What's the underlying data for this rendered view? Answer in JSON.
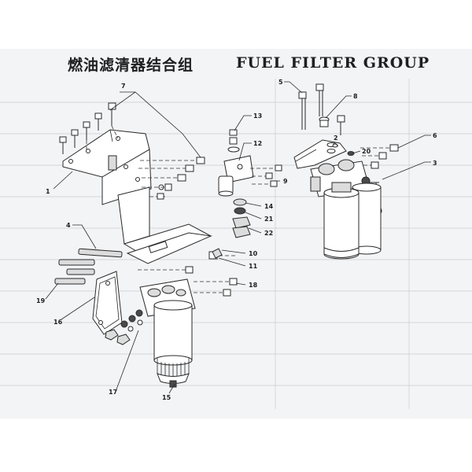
{
  "title": {
    "cn": "燃油滤清器结合组",
    "en": "FUEL FILTER GROUP"
  },
  "callouts": [
    "1",
    "2",
    "3",
    "4",
    "5",
    "6",
    "7",
    "8",
    "9",
    "10",
    "11",
    "12",
    "13",
    "14",
    "15",
    "16",
    "17",
    "18",
    "19",
    "20",
    "21",
    "22"
  ]
}
